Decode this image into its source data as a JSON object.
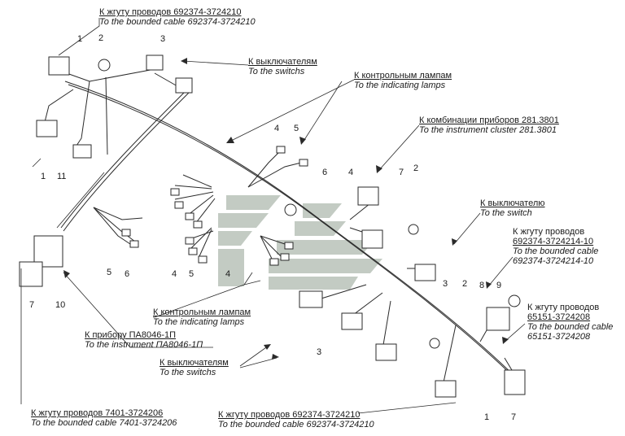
{
  "labels": {
    "top_cable": {
      "ru": "К жгуту проводов 692374-3724210",
      "en": "To the bounded cable 692374-3724210"
    },
    "switches_top": {
      "ru": "К выключателям",
      "en": "To the switchs"
    },
    "lamps_top": {
      "ru": "К контрольным лампам",
      "en": "To the indicating lamps"
    },
    "cluster": {
      "ru": "К комбинации приборов 281.3801",
      "en": "To the instrument cluster 281.3801"
    },
    "switch_single": {
      "ru": "К выключателю",
      "en": "To the switch"
    },
    "cable_10": {
      "ru": "К жгуту проводов",
      "ru2": "692374-3724214-10",
      "en": "To the bounded cable",
      "en2": "692374-3724214-10"
    },
    "cable_65151": {
      "ru": "К жгуту проводов",
      "ru2": "65151-3724208",
      "en": "To the bounded cable",
      "en2": "65151-3724208"
    },
    "lamps_bottom": {
      "ru": "К контрольным лампам",
      "en": "To the indicating lamps"
    },
    "instrument": {
      "ru": "К прибору ПА8046-1П",
      "en": "To the instrument ПА8046-1П"
    },
    "switches_bottom": {
      "ru": "К выключателям",
      "en": "To the switchs"
    },
    "cable_7401": {
      "ru": "К жгуту проводов 7401-3724206",
      "en": "To the bounded cable 7401-3724206"
    },
    "bottom_cable": {
      "ru": "К жгуту проводов 692374-3724210",
      "en": "To the bounded cable 692374-3724210"
    }
  },
  "numbers": {
    "n1_top": "1",
    "n2_top": "2",
    "n3_top": "3",
    "n1_left": "1",
    "n11": "11",
    "n4_mid": "4",
    "n5_mid": "5",
    "n6_mid": "6",
    "n4_mid2": "4",
    "n7_mid": "7",
    "n2_mid": "2",
    "n5_low": "5",
    "n6_low": "6",
    "n4_low": "4",
    "n5_low2": "5",
    "n4_low2": "4",
    "n7_left": "7",
    "n10": "10",
    "n3_right": "3",
    "n2_right": "2",
    "n8": "8",
    "n9": "9",
    "n3_bottom": "3",
    "n1_bottom": "1",
    "n7_bottom": "7"
  },
  "colors": {
    "line": "#2a2a2a",
    "watermark": "#9aa79a"
  }
}
